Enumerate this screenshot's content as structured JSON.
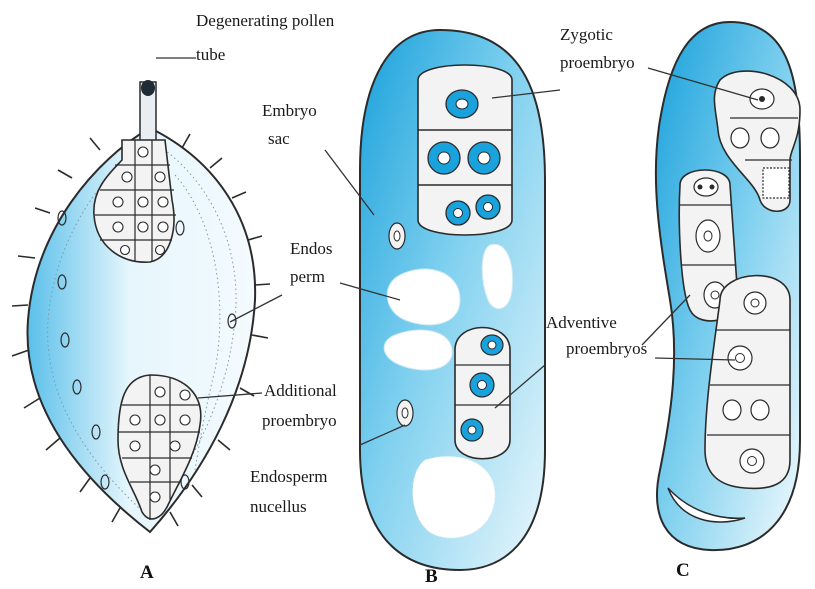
{
  "labels": {
    "degenerating_pollen_tube_1": "Degenerating pollen",
    "degenerating_pollen_tube_2": "tube",
    "embryo_sac_1": "Embryo",
    "embryo_sac_2": "sac",
    "endosperm_1": "Endos",
    "endosperm_2": "perm",
    "additional_proembryo_1": "Additional",
    "additional_proembryo_2": "proembryo",
    "endosperm_nucellus_1": "Endosperm",
    "endosperm_nucellus_2": "nucellus",
    "zygotic_proembryo_1": "Zygotic",
    "zygotic_proembryo_2": "proembryo",
    "adventive_proembryos_1": "Adventive",
    "adventive_proembryos_2": "proembryos"
  },
  "panels": {
    "a": "A",
    "b": "B",
    "c": "C"
  },
  "colors": {
    "cyan_light": "#d9f1fa",
    "cyan_mid": "#8fd3ef",
    "cyan_deep": "#1aa2dc",
    "outline": "#2b2b2b",
    "cell_fill": "#f3f3f3",
    "nucleus_fill": "#ffffff"
  }
}
